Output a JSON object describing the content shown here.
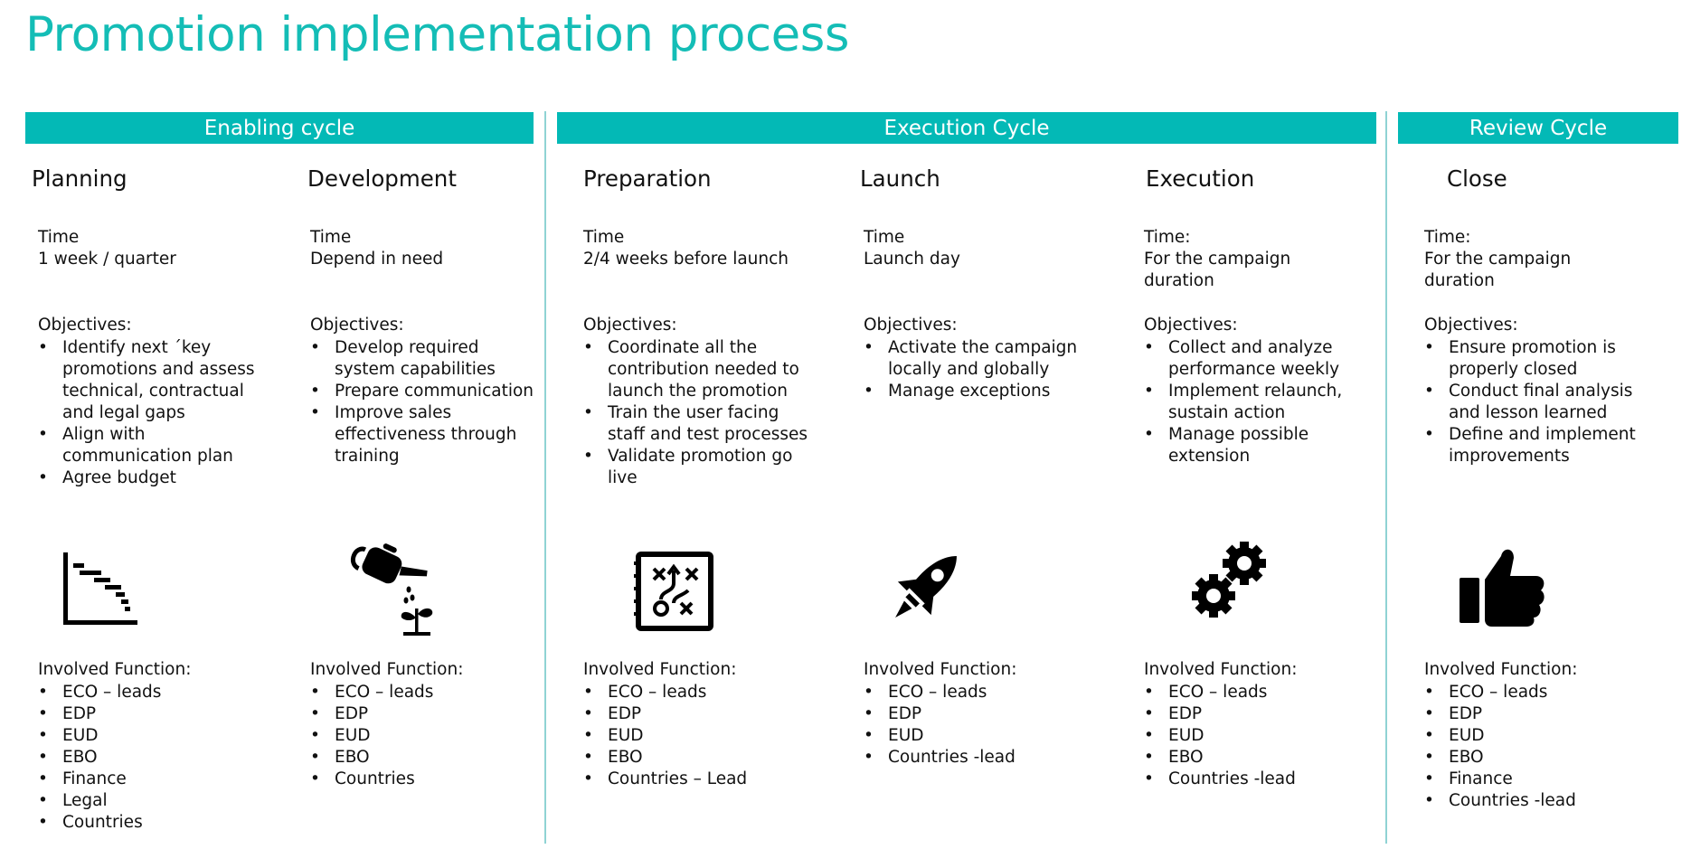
{
  "title": "Promotion implementation process",
  "cycles": {
    "enabling": "Enabling cycle",
    "execution": "Execution Cycle",
    "review": "Review Cycle"
  },
  "accent_color": "#03b9b6",
  "columns": [
    {
      "phase": "Planning",
      "time_label": "Time",
      "time_value": "1 week / quarter",
      "objectives_label": "Objectives:",
      "objectives": [
        "Identify next ´key promotions and assess technical, contractual and legal gaps",
        "Align with communication plan",
        "Agree budget"
      ],
      "icon": "gantt-chart-icon",
      "functions_label": "Involved Function:",
      "functions": [
        "ECO – leads",
        "EDP",
        "EUD",
        "EBO",
        "Finance",
        "Legal",
        "Countries"
      ]
    },
    {
      "phase": "Development",
      "time_label": "Time",
      "time_value": "Depend in need",
      "objectives_label": "Objectives:",
      "objectives": [
        "Develop required system capabilities",
        "Prepare communication",
        "Improve sales effectiveness through training"
      ],
      "icon": "watering-can-plant-icon",
      "functions_label": "Involved Function:",
      "functions": [
        "ECO – leads",
        "EDP",
        "EUD",
        "EBO",
        "Countries"
      ]
    },
    {
      "phase": "Preparation",
      "time_label": "Time",
      "time_value": "2/4 weeks before launch",
      "objectives_label": "Objectives:",
      "objectives": [
        "Coordinate all the contribution needed to launch the promotion",
        "Train the user facing staff and test processes",
        "Validate promotion go live"
      ],
      "icon": "strategy-board-icon",
      "functions_label": "Involved Function:",
      "functions": [
        "ECO – leads",
        "EDP",
        "EUD",
        "EBO",
        "Countries – Lead"
      ]
    },
    {
      "phase": "Launch",
      "time_label": "Time",
      "time_value": "Launch day",
      "objectives_label": "Objectives:",
      "objectives": [
        "Activate the campaign locally and globally",
        "Manage exceptions"
      ],
      "icon": "rocket-icon",
      "functions_label": "Involved Function:",
      "functions": [
        "ECO – leads",
        "EDP",
        "EUD",
        "Countries  -lead"
      ]
    },
    {
      "phase": "Execution",
      "time_label": "Time:",
      "time_value": "For the campaign duration",
      "objectives_label": "Objectives:",
      "objectives": [
        "Collect and analyze performance weekly",
        "Implement relaunch, sustain action",
        "Manage possible extension"
      ],
      "icon": "gears-icon",
      "functions_label": "Involved Function:",
      "functions": [
        "ECO – leads",
        "EDP",
        "EUD",
        "EBO",
        "Countries  -lead"
      ]
    },
    {
      "phase": "Close",
      "time_label": "Time:",
      "time_value": "For the campaign duration",
      "objectives_label": "Objectives:",
      "objectives": [
        "Ensure promotion is properly closed",
        "Conduct final analysis and lesson learned",
        "Define and implement improvements"
      ],
      "icon": "thumbs-up-icon",
      "functions_label": "Involved Function:",
      "functions": [
        "ECO – leads",
        "EDP",
        "EUD",
        "EBO",
        "Finance",
        "Countries  -lead"
      ]
    }
  ]
}
